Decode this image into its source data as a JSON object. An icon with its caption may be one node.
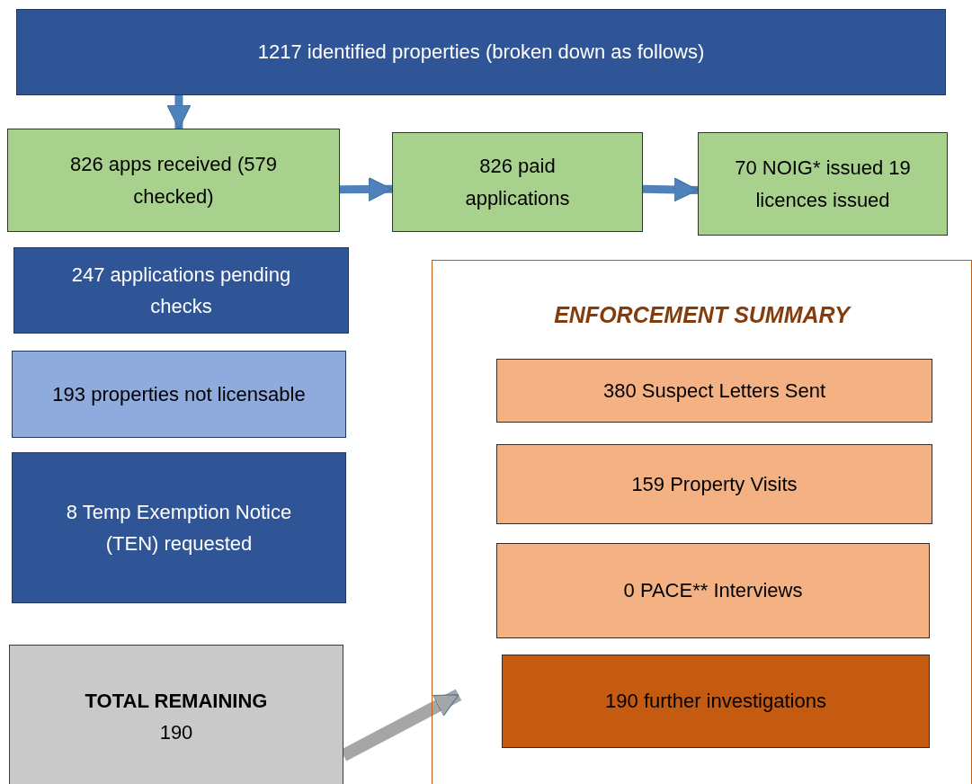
{
  "diagram": {
    "nodes": [
      {
        "text": [
          "1217 identified properties (broken down as follows)"
        ]
      },
      {
        "text": [
          "826 apps received (579 checked)"
        ]
      },
      {
        "text": [
          "826 paid applications"
        ]
      },
      {
        "text": [
          "70 NOIG* issued 19 licences issued"
        ]
      },
      {
        "text": [
          "247 applications pending checks"
        ]
      },
      {
        "text": [
          "193 properties not licensable"
        ]
      },
      {
        "text": [
          "8 Temp Exemption Notice (TEN) requested"
        ]
      },
      {
        "text": [
          "TOTAL REMAINING",
          "190"
        ]
      },
      {
        "text": [
          "ENFORCEMENT SUMMARY"
        ]
      },
      {
        "text": [
          "380 Suspect Letters Sent"
        ],
        "in": 8
      },
      {
        "text": [
          "159 Property Visits"
        ],
        "in": 8
      },
      {
        "text": [
          "0 PACE** Interviews"
        ],
        "in": 8
      },
      {
        "text": [
          "190 further investigations"
        ],
        "in": 8
      }
    ],
    "edges": [
      {
        "from": 0,
        "to": 1,
        "arrow": "to"
      },
      {
        "from": 1,
        "to": 2,
        "arrow": "to"
      },
      {
        "from": 2,
        "to": 3,
        "arrow": "to"
      },
      {
        "from": 7,
        "to": 8,
        "arrow": "to",
        "color": "#a6a6a6"
      }
    ]
  }
}
